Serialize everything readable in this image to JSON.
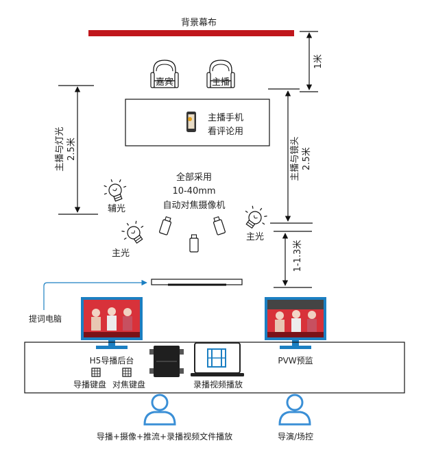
{
  "backdrop_label": "背景幕布",
  "dim_top": "1米",
  "chair_guest": "嘉宾",
  "chair_host": "主播",
  "phone_note": {
    "line1": "主播手机",
    "line2": "看评论用"
  },
  "dim_light": {
    "line1": "主播与灯光",
    "line2": "2.5米"
  },
  "dim_lens": {
    "line1": "主播与镜头",
    "line2": "2.5米"
  },
  "camera_note": {
    "line1": "全部采用",
    "line2": "10-40mm",
    "line3": "自动对焦摄像机"
  },
  "light_fill": "辅光",
  "light_key_left": "主光",
  "light_key_right": "主光",
  "dim_bottom": "1-1.3米",
  "prompter_pc": "提词电脑",
  "h5_backend": "H5导播后台",
  "pvw_monitor": "PVW预监",
  "keyboard_director": "导播键盘",
  "keyboard_focus": "对焦键盘",
  "recording_playback": "录播视频播放",
  "person_left_role": "导播+摄像+推流+录播视频文件播放",
  "person_right_role": "导演/场控",
  "colors": {
    "backdrop": "#c0161c",
    "monitor_frame": "#1b7fc2",
    "person": "#3a8fd6",
    "screen_red": "#d8323a"
  }
}
